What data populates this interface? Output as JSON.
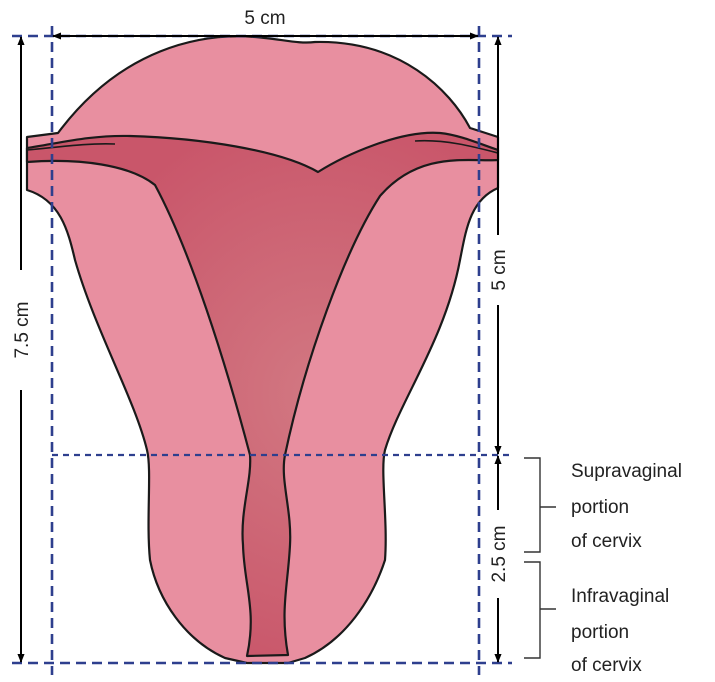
{
  "labels": {
    "top_width": "5 cm",
    "total_length": "7.5 cm",
    "body_length": "5 cm",
    "cervix_length": "2.5 cm"
  },
  "annotations": {
    "supravaginal": [
      "Supravaginal",
      "portion",
      "of cervix"
    ],
    "infravaginal": [
      "Infravaginal",
      "portion",
      "of cervix"
    ]
  },
  "colors": {
    "uterus_wall": "#E88FA0",
    "uterine_cavity": "#C9566A",
    "cavity_highlight": "#D27882",
    "outline": "#1A1A1A",
    "guide_lines": "#2E3F8E",
    "arrows": "#000000"
  }
}
